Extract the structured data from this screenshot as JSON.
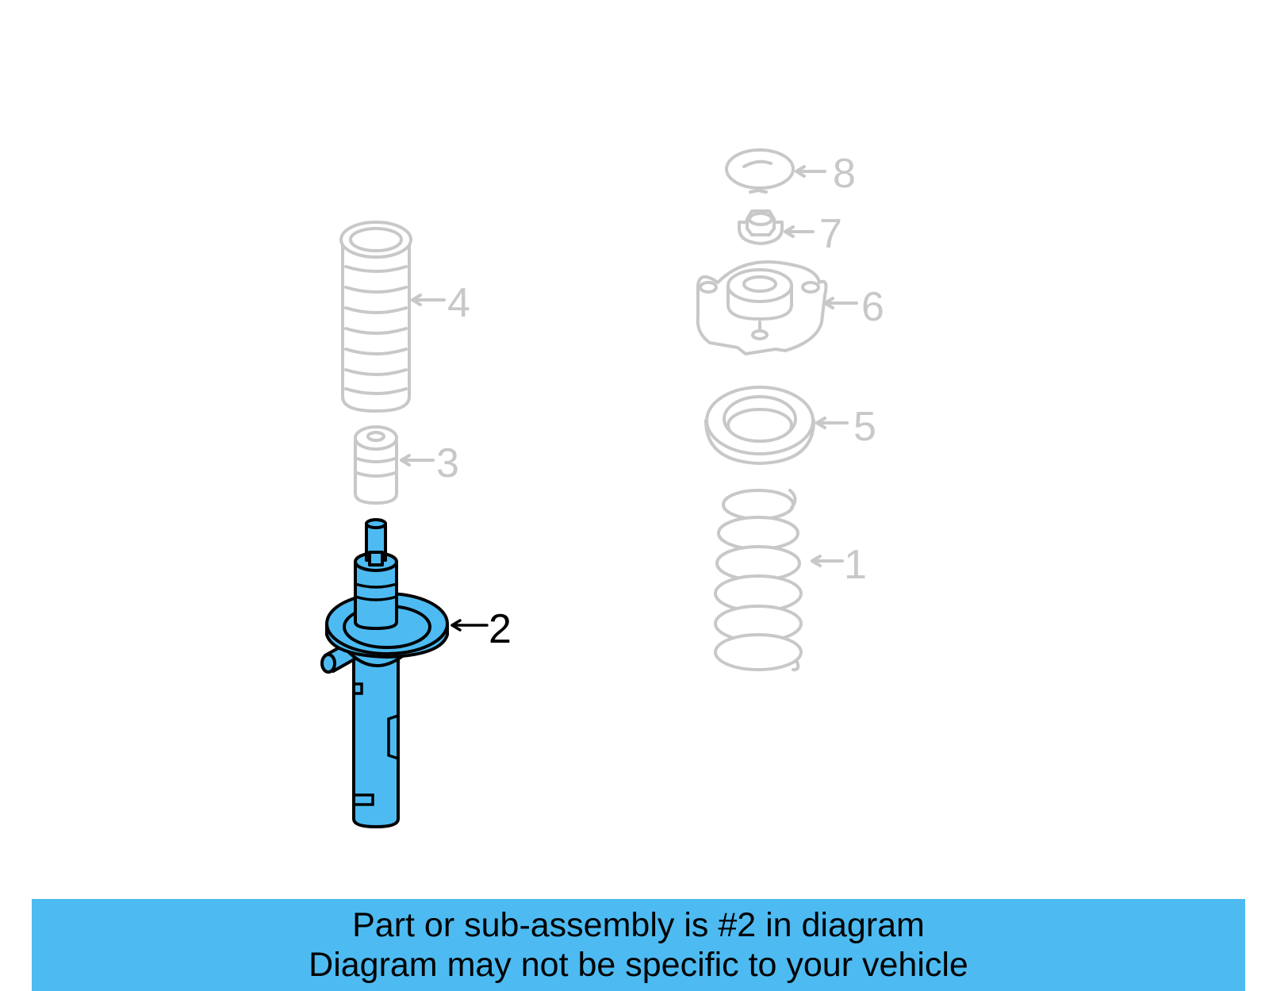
{
  "diagram": {
    "highlighted_part": "2",
    "callouts": [
      {
        "id": "part-8",
        "label": "8",
        "highlighted": false
      },
      {
        "id": "part-7",
        "label": "7",
        "highlighted": false
      },
      {
        "id": "part-6",
        "label": "6",
        "highlighted": false
      },
      {
        "id": "part-5",
        "label": "5",
        "highlighted": false
      },
      {
        "id": "part-4",
        "label": "4",
        "highlighted": false
      },
      {
        "id": "part-3",
        "label": "3",
        "highlighted": false
      },
      {
        "id": "part-2",
        "label": "2",
        "highlighted": true
      },
      {
        "id": "part-1",
        "label": "1",
        "highlighted": false
      }
    ],
    "colors": {
      "highlight": "#4dbbf2",
      "ghost": "#c8c8c8",
      "banner": "#4dbbf2"
    }
  },
  "banner": {
    "line1": "Part or sub-assembly is #2 in diagram",
    "line2": "Diagram may not be specific to your vehicle"
  }
}
